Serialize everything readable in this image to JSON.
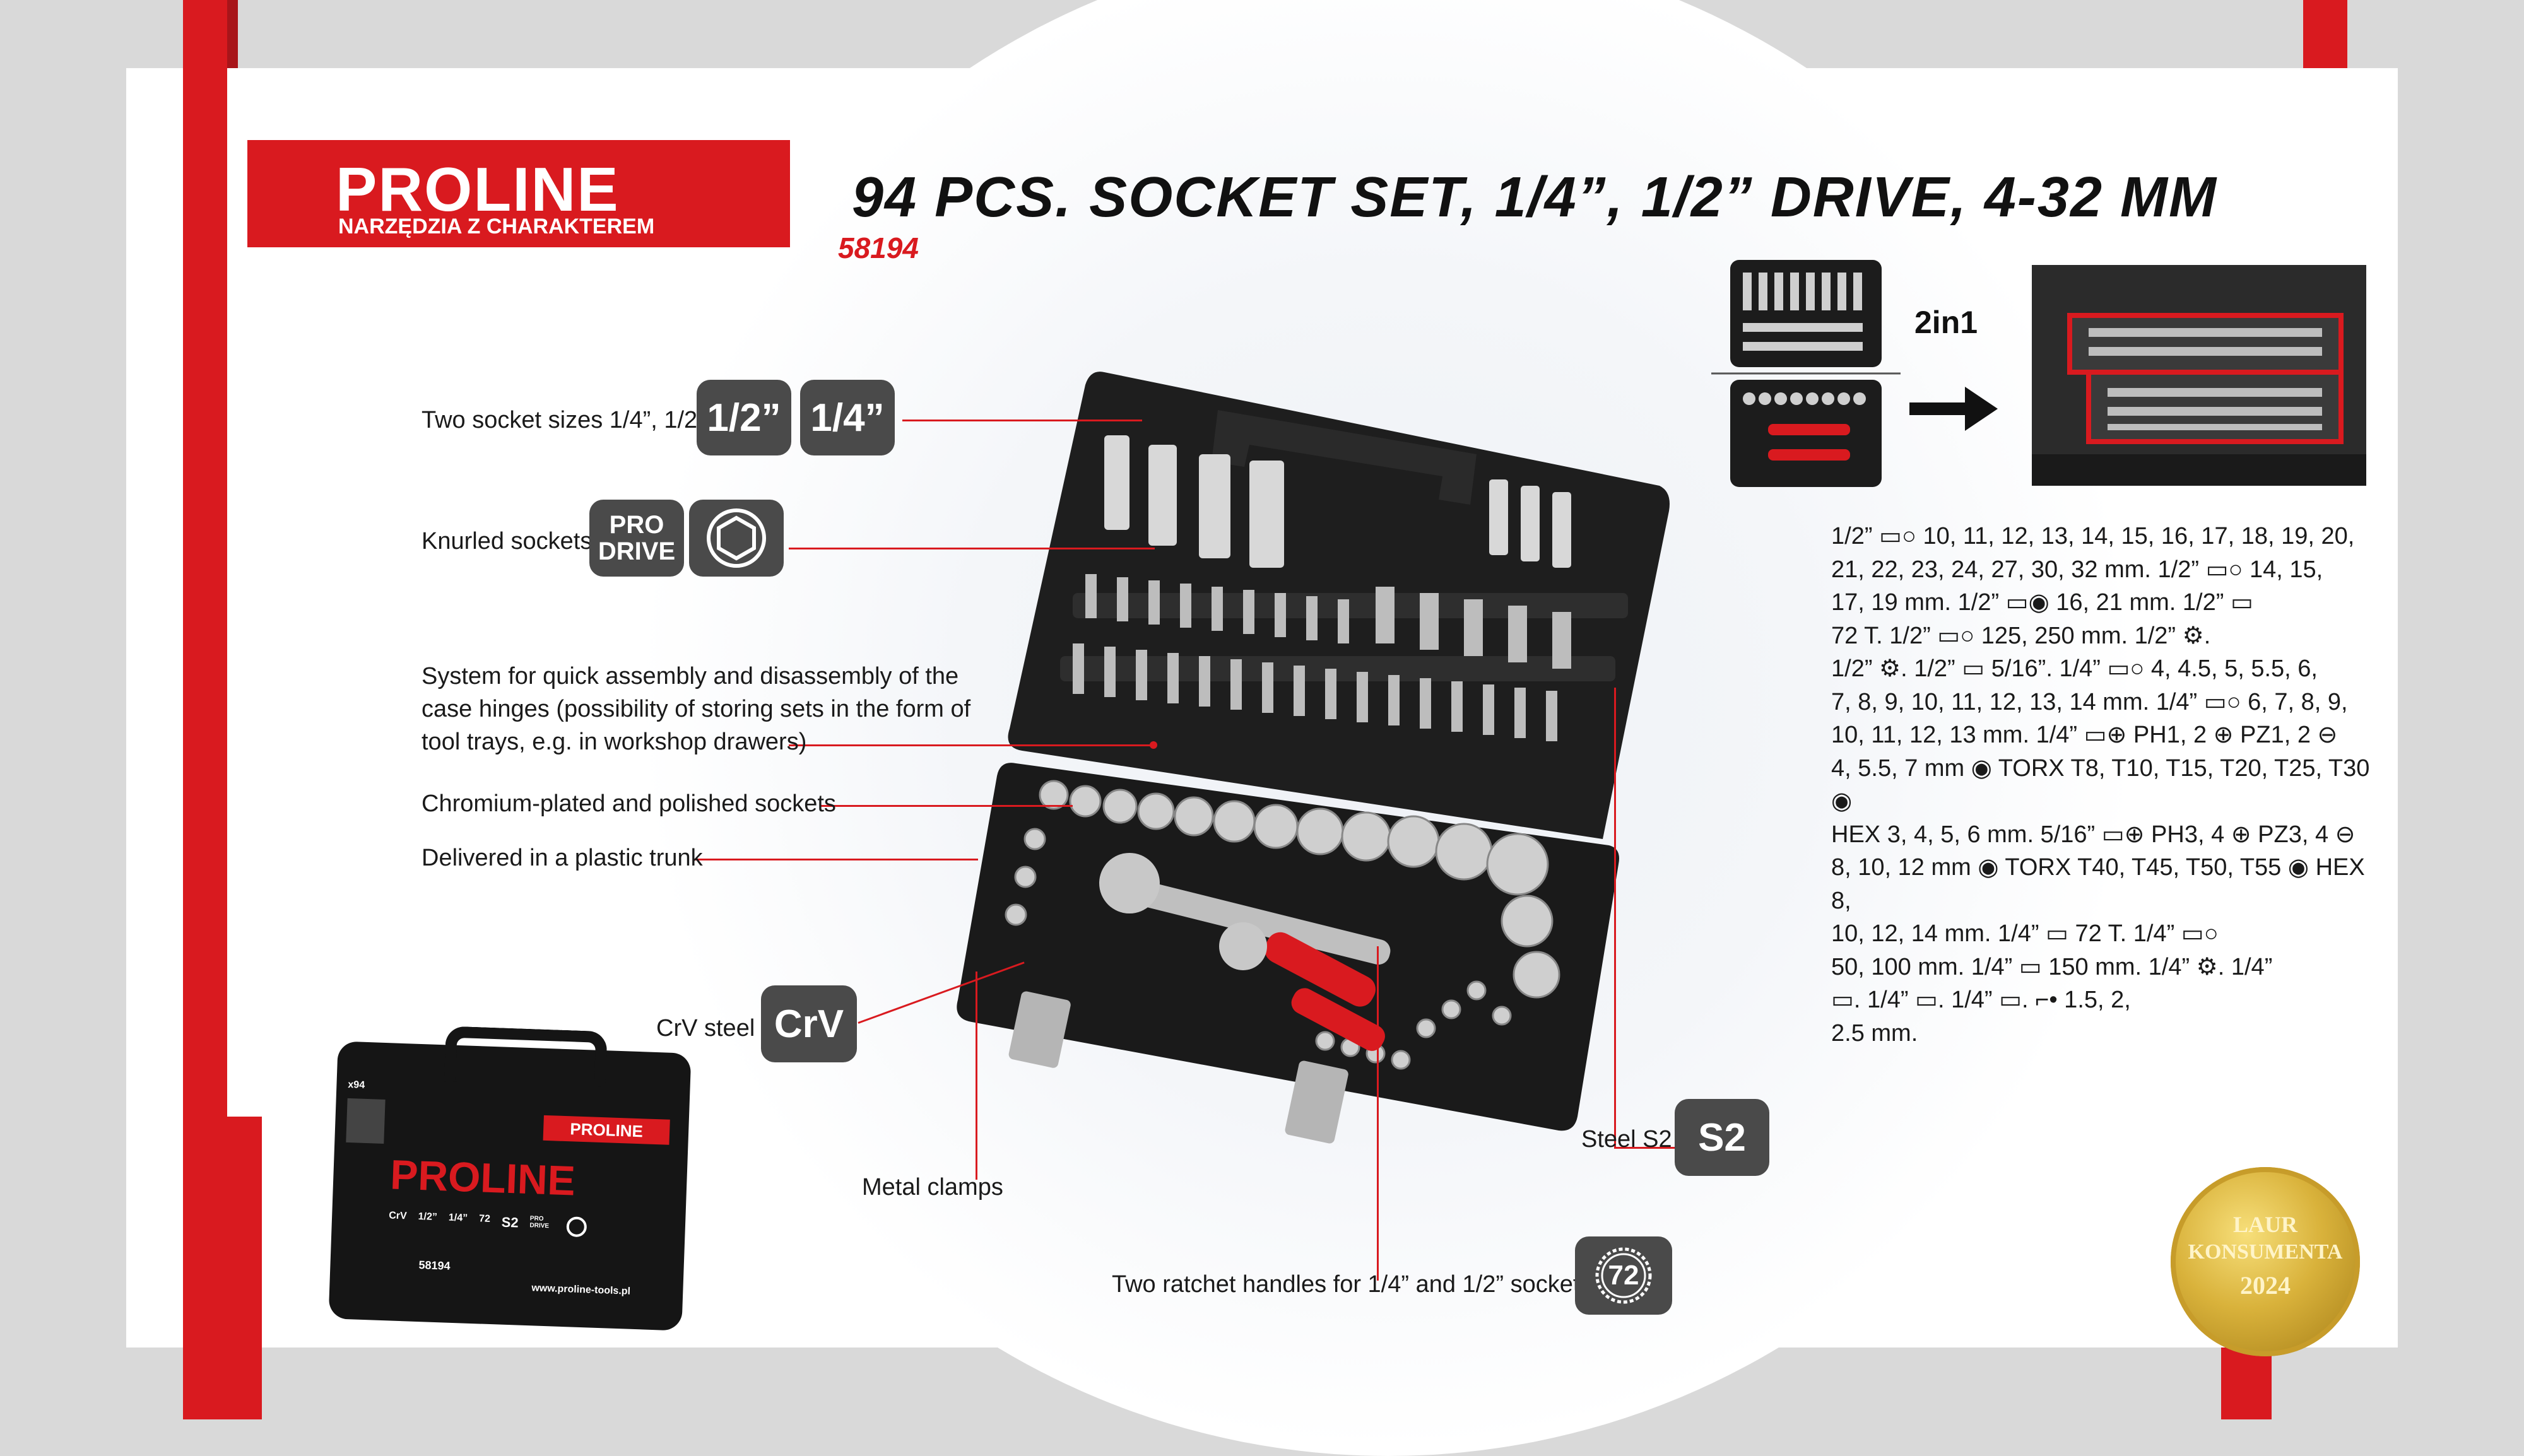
{
  "header": {
    "brand": "PROLINE",
    "tagline": "NARZĘDZIA Z CHARAKTEREM",
    "title": "94 PCS. SOCKET SET, 1/4”, 1/2” DRIVE, 4-32 MM",
    "code": "58194"
  },
  "features": {
    "socket_sizes": "Two socket sizes 1/4”, 1/2”",
    "knurled": "Knurled sockets",
    "hinges_1": "System for quick assembly and disassembly of the",
    "hinges_2": "case hinges (possibility of storing sets in the form of",
    "hinges_3": "tool trays, e.g. in workshop drawers)",
    "chromium": "Chromium-plated and polished sockets",
    "trunk": "Delivered in a plastic trunk",
    "crv": "CrV steel",
    "clamps": "Metal clamps",
    "ratchets": "Two ratchet handles for 1/4” and 1/2” sockets",
    "s2": "Steel S2"
  },
  "badges": {
    "half": "1/2”",
    "quarter": "1/4”",
    "pro": "PRO",
    "drive": "DRIVE",
    "crv": "CrV",
    "s2": "S2",
    "teeth": "72"
  },
  "twoin1": "2in1",
  "specs": [
    "1/2” ▭○ 10, 11, 12, 13, 14, 15, 16, 17, 18, 19, 20,",
    "21, 22, 23, 24, 27, 30, 32 mm. 1/2” ▭○ 14, 15,",
    "17, 19 mm. 1/2” ▭◉ 16, 21 mm. 1/2” ▭",
    "72 T. 1/2” ▭○ 125, 250 mm. 1/2” ⚙.",
    "1/2” ⚙. 1/2” ▭ 5/16”. 1/4” ▭○ 4, 4.5, 5, 5.5, 6,",
    "7, 8, 9, 10, 11, 12, 13, 14 mm. 1/4” ▭○ 6, 7, 8, 9,",
    "10, 11, 12, 13 mm. 1/4” ▭⊕ PH1, 2 ⊕ PZ1, 2 ⊖",
    "4, 5.5, 7 mm ◉ TORX T8, T10, T15, T20, T25, T30 ◉",
    "HEX 3, 4, 5, 6 mm. 5/16” ▭⊕ PH3, 4 ⊕ PZ3, 4 ⊖",
    "8, 10, 12 mm ◉ TORX T40, T45, T50, T55 ◉ HEX 8,",
    "10, 12, 14 mm. 1/4” ▭ 72 T. 1/4” ▭○",
    "50, 100 mm. 1/4” ▭ 150 mm. 1/4” ⚙. 1/4”",
    "▭. 1/4” ▭. 1/4” ▭. ⌐• 1.5, 2,",
    "2.5 mm."
  ],
  "box_labels": {
    "brand": "PROLINE",
    "count": "x94",
    "code": "58194",
    "url": "www.proline-tools.pl",
    "crv": "CrV",
    "half": "1/2”",
    "quarter": "1/4”",
    "teeth": "72",
    "s2": "S2",
    "pro_drive": "PRO DRIVE"
  },
  "medal": {
    "line1": "LAUR",
    "line2": "KONSUMENTA",
    "line3": "2024"
  },
  "colors": {
    "brand_red": "#d91a1f",
    "badge_gray": "#4a4a4a",
    "case_black": "#1c1c1c"
  }
}
